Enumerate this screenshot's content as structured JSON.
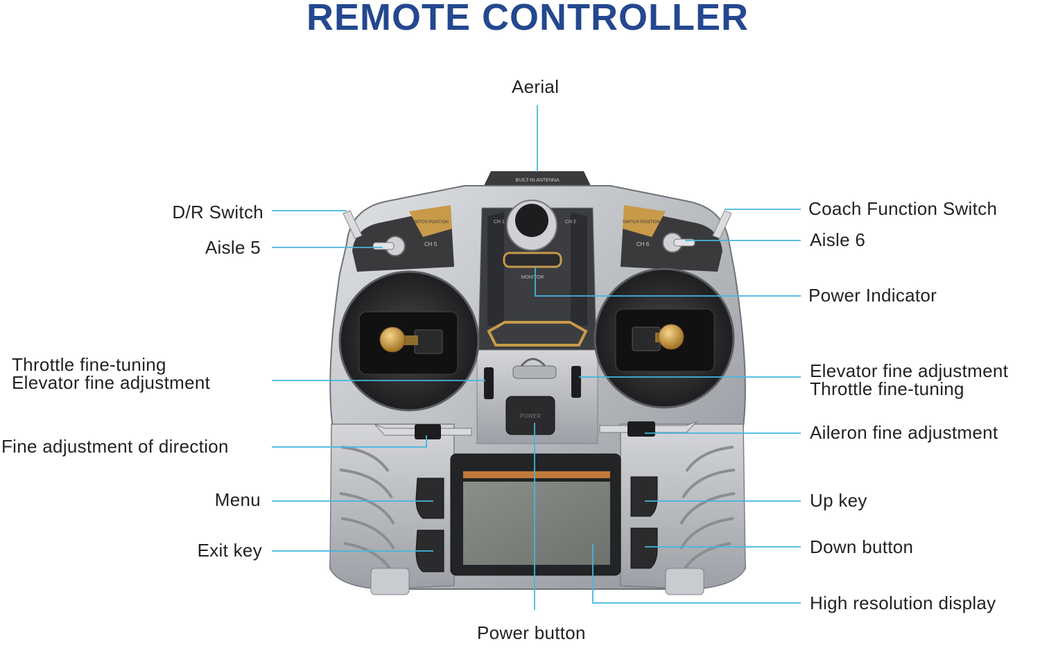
{
  "title": "REMOTE CONTROLLER",
  "device": {
    "antenna_text": "BUILT-IN ANTENNA",
    "monitor_text": "MONITOR",
    "left_switch_text": "CH 5",
    "right_switch_text": "CH 6",
    "left_plate_text": "SWITCH POSITION",
    "right_plate_text": "SWITCH POSITION",
    "left_ch_tag": "CH 1",
    "right_ch_tag": "CH 2",
    "power_key_text": "POWER"
  },
  "labels": {
    "aerial": "Aerial",
    "dr_switch": "D/R Switch",
    "aisle5": "Aisle 5",
    "coach_switch": "Coach Function Switch",
    "aisle6": "Aisle 6",
    "power_indicator": "Power Indicator",
    "left_trim_line1": "Throttle fine-tuning",
    "left_trim_line2": "Elevator fine adjustment",
    "right_trim_line1": "Elevator fine adjustment",
    "right_trim_line2": "Throttle fine-tuning",
    "direction_trim": "Fine adjustment of direction",
    "aileron_trim": "Aileron fine adjustment",
    "menu": "Menu",
    "exit_key": "Exit key",
    "up_key": "Up key",
    "down_button": "Down button",
    "display": "High resolution display",
    "power_button": "Power button"
  },
  "colors": {
    "title": "#24488f",
    "leader": "#43b6df",
    "body_silver": "#b9bcc1",
    "body_dark": "#3a3a3c",
    "accent_gold": "#c89a4a",
    "screen": "#7d827c"
  }
}
